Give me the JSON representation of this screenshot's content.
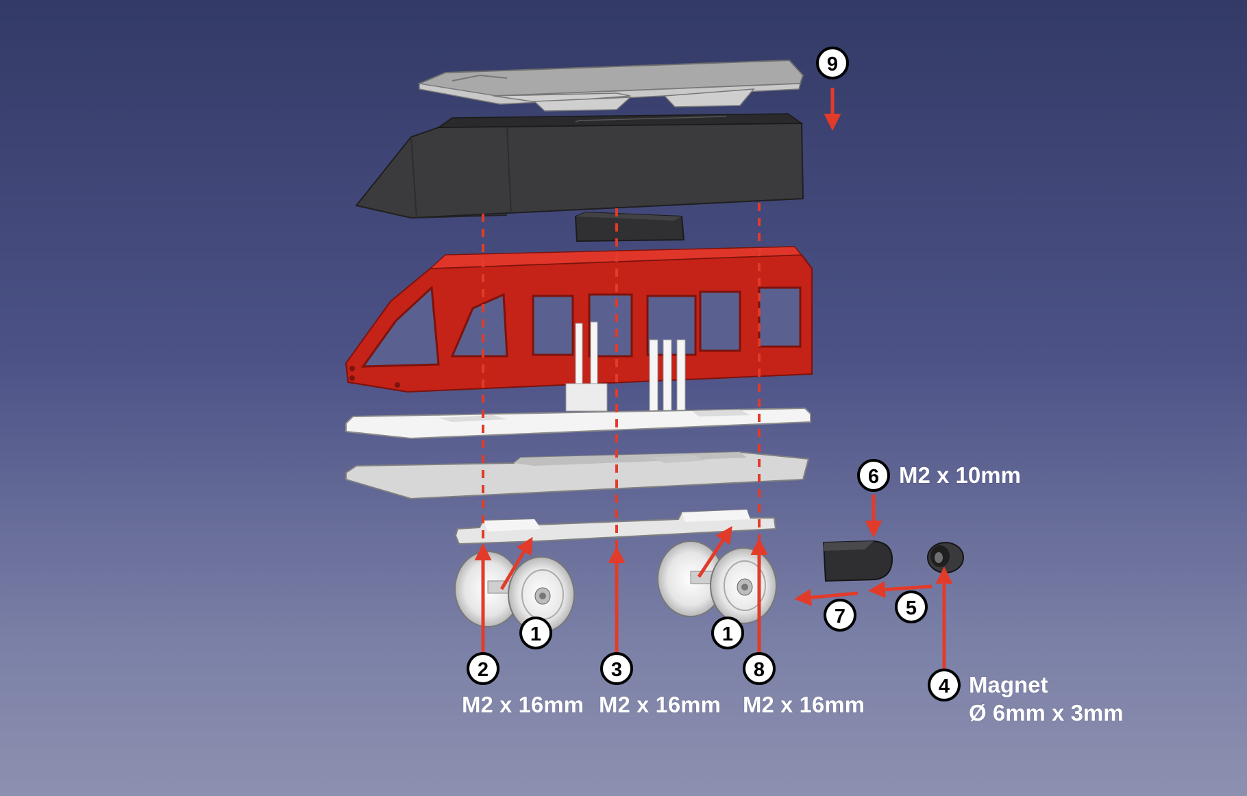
{
  "colors": {
    "accent_red": "#e23b2a",
    "body_red": "#d8271b",
    "shell_dark": "#3a3a3c",
    "light_part": "#f4f4f4",
    "grey_part": "#d6d6d6"
  },
  "callouts": [
    {
      "id": "c1a",
      "number": "1"
    },
    {
      "id": "c1b",
      "number": "1"
    },
    {
      "id": "c2",
      "number": "2"
    },
    {
      "id": "c3",
      "number": "3"
    },
    {
      "id": "c4",
      "number": "4"
    },
    {
      "id": "c5",
      "number": "5"
    },
    {
      "id": "c6",
      "number": "6"
    },
    {
      "id": "c7",
      "number": "7"
    },
    {
      "id": "c8",
      "number": "8"
    },
    {
      "id": "c9",
      "number": "9"
    }
  ],
  "labels": {
    "screw_2": "M2 x 16mm",
    "screw_3": "M2 x 16mm",
    "screw_8": "M2 x 16mm",
    "screw_6": "M2 x 10mm",
    "magnet_title": "Magnet",
    "magnet_size": "Ø 6mm x 3mm"
  }
}
